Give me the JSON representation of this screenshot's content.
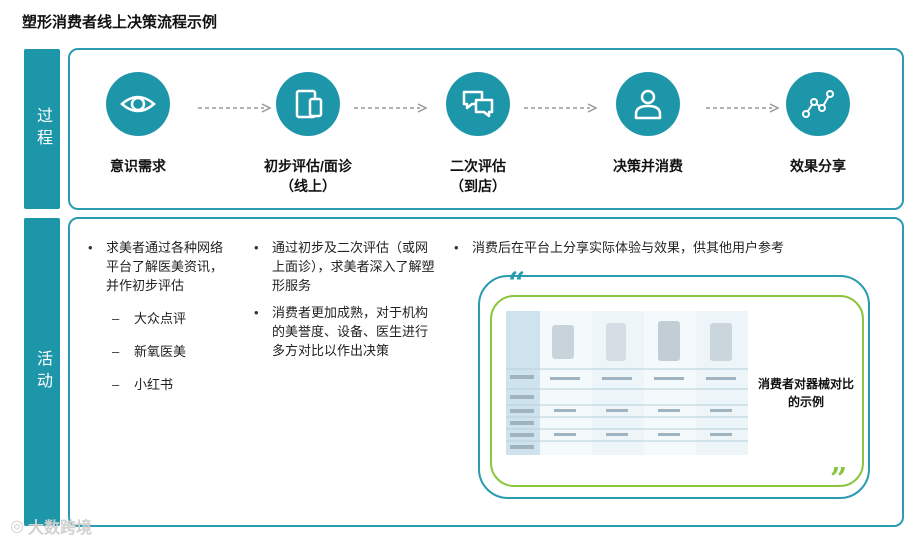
{
  "title": "塑形消费者线上决策流程示例",
  "sections": {
    "process": "过程",
    "activity": "活动"
  },
  "process_steps": [
    {
      "icon": "eye-icon",
      "label_line1": "意识需求",
      "label_line2": ""
    },
    {
      "icon": "tablet-phone-icon",
      "label_line1": "初步评估/面诊",
      "label_line2": "（线上）"
    },
    {
      "icon": "chat-bubbles-icon",
      "label_line1": "二次评估",
      "label_line2": "（到店）"
    },
    {
      "icon": "person-icon",
      "label_line1": "决策并消费",
      "label_line2": ""
    },
    {
      "icon": "trend-line-icon",
      "label_line1": "效果分享",
      "label_line2": ""
    }
  ],
  "activities": {
    "col1": {
      "bullet": "求美者通过各种网络平台了解医美资讯，并作初步评估",
      "platforms": [
        "大众点评",
        "新氧医美",
        "小红书"
      ]
    },
    "col2": {
      "bullets": [
        "通过初步及二次评估（或网上面诊），求美者深入了解塑形服务",
        "消费者更加成熟，对于机构的美誉度、设备、医生进行多方对比以作出决策"
      ]
    },
    "col3": {
      "bullet": "消费后在平台上分享实际体验与效果，供其他用户参考",
      "caption": "消费者对器械对比的示例"
    }
  },
  "watermark": "大数跨境",
  "colors": {
    "teal": "#1e96aa",
    "green": "#8cc63f"
  }
}
